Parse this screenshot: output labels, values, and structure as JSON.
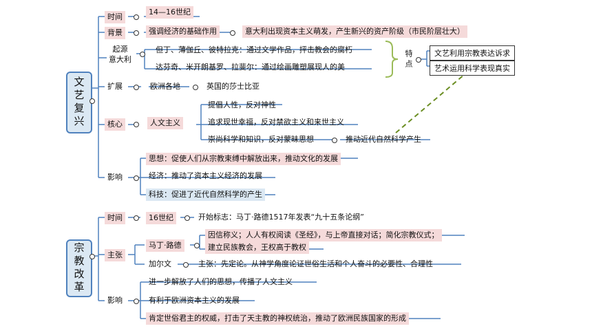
{
  "renaissance": {
    "title": "文艺复兴",
    "time": {
      "label": "时间",
      "value": "14—16世纪"
    },
    "background": {
      "label": "背景",
      "item1": "强调经济的基础作用",
      "item2": "意大利出现资本主义萌发，产生新兴的资产阶级（市民阶层壮大）"
    },
    "origin": {
      "label": "起源\n意大利",
      "item1": "但丁、薄伽丘、彼特拉克：通过文学作品，抨击教会的腐朽",
      "item2": "达芬奇、米开朗基罗、拉斐尔：通过绘画雕塑展现人的美"
    },
    "features": {
      "label": "特点",
      "item1": "文艺利用宗教表达诉求",
      "item2": "艺术运用科学表现真实"
    },
    "expand": {
      "label": "扩展",
      "item1": "欧洲各地",
      "item2": "英国的莎士比亚"
    },
    "core": {
      "label": "核心",
      "value": "人文主义",
      "item1": "提倡人性，反对神性",
      "item2": "追求现世幸福，反对禁欲主义和来世主义",
      "item3": "崇尚科学和知识，反对蒙昧思想",
      "item3_result": "推动近代自然科学产生"
    },
    "impact": {
      "label": "影响",
      "item1": "思想：促使人们从宗教束缚中解放出来，推动文化的发展",
      "item2": "经济：推动了资本主义经济的发展",
      "item3": "科技：促进了近代自然科学的产生"
    }
  },
  "reformation": {
    "title": "宗教改革",
    "time": {
      "label": "时间",
      "value": "16世纪",
      "start": "开始标志：马丁·路德1517年发表“九十五条论纲”"
    },
    "claims": {
      "label": "主张",
      "luther": "马丁·路德",
      "luther_text1": "因信称义；人人有权阅读《圣经》，与上帝直接对话；简化宗教仪式；",
      "luther_text2": "建立民族教会，王权高于教权",
      "calvin": "加尔文",
      "calvin_text": "主张：先定论。从神学角度论证世俗生活和个人奋斗的必要性、合理性"
    },
    "impact": {
      "label": "影响",
      "item1": "进一步解放了人们的思想，传播了人文主义",
      "item2": "有利于欧洲资本主义的发展",
      "item3": "肯定世俗君主的权威，打击了天主教的神权统治，推动了欧洲民族国家的形成"
    }
  },
  "colors": {
    "pink": "#f5dada",
    "blue": "#dbe8f3",
    "border": "#4f81bd",
    "line": "#4f81bd",
    "bracket": "#9bbb59",
    "dashed": "#6b8e23"
  }
}
